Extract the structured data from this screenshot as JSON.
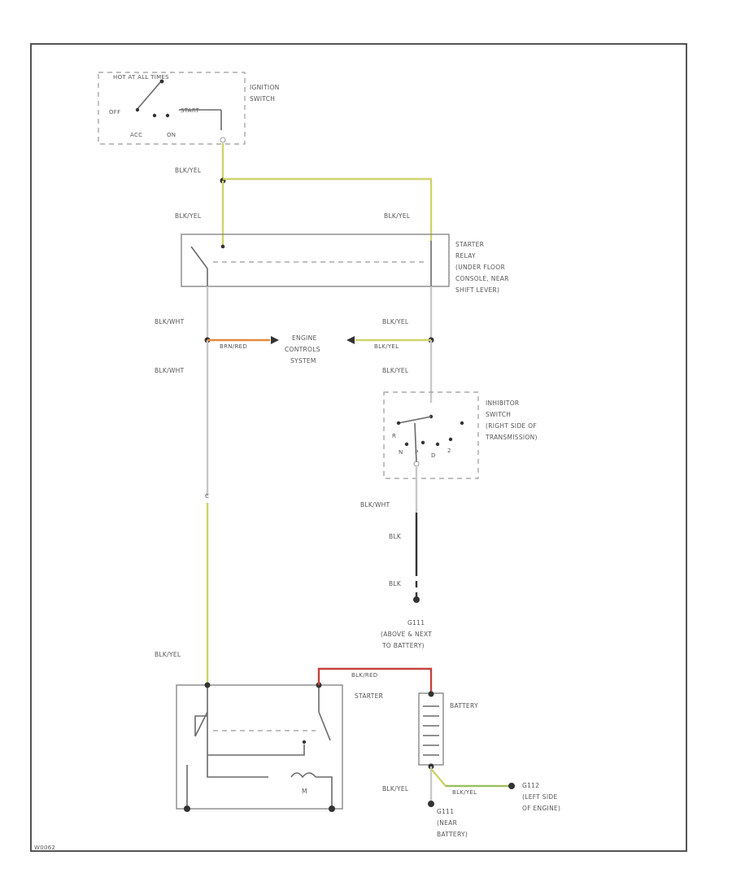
{
  "diagram": {
    "figure_id": "W0062",
    "colors": {
      "yellow_wire": "#cfd36a",
      "light_wire": "#c8c8c8",
      "orange_wire": "#e6893a",
      "red_wire": "#c5423c",
      "green_wire": "#7cb15a",
      "node": "#333333"
    },
    "ignition_switch": {
      "label_line1": "IGNITION",
      "label_line2": "SWITCH",
      "pos_hot_label": "HOT AT ALL TIMES",
      "pos_off": "OFF",
      "pos_start": "START",
      "pos_acc": "ACC",
      "pos_on": "ON"
    },
    "starter_relay": {
      "label_line1": "STARTER",
      "label_line2": "RELAY",
      "label_line3": "(UNDER FLOOR",
      "label_line4": "CONSOLE, NEAR",
      "label_line5": "SHIFT LEVER)"
    },
    "engine_controls": {
      "label_line1": "ENGINE",
      "label_line2": "CONTROLS",
      "label_line3": "SYSTEM"
    },
    "inhibitor_switch": {
      "label_line1": "INHIBITOR",
      "label_line2": "SWITCH",
      "label_line3": "(RIGHT SIDE OF",
      "label_line4": "TRANSMISSION)",
      "pos_r": "R",
      "pos_n": "N",
      "pos_p": "P",
      "pos_d": "D",
      "pos_2": "2"
    },
    "ground_g111_top": {
      "code": "G111",
      "desc_line1": "(ABOVE & NEXT",
      "desc_line2": "TO BATTERY)"
    },
    "starter": {
      "label": "STARTER",
      "motor": "M"
    },
    "battery": {
      "label": "BATTERY"
    },
    "ground_g111_bottom": {
      "code": "G111",
      "desc_line1": "(NEAR",
      "desc_line2": "BATTERY)"
    },
    "ground_g112": {
      "code": "G112",
      "desc_line1": "(LEFT SIDE",
      "desc_line2": "OF ENGINE)"
    },
    "wires": {
      "ign_out": "BLK/YEL",
      "relay_in_left": "BLK/YEL",
      "relay_in_right": "BLK/YEL",
      "relay_out_left": "BLK/WHT",
      "relay_out_right": "BLK/YEL",
      "to_ecs_left": "BRN/RED",
      "to_ecs_right": "BLK/YEL",
      "below_ecs_left": "BLK/WHT",
      "to_inhibitor": "BLK/YEL",
      "inhibitor_out": "BLK/WHT",
      "blk_upper": "BLK",
      "blk_lower": "BLK",
      "starter_feed": "BLK/YEL",
      "battery_pos": "BLK/RED",
      "battery_neg": "BLK/YEL",
      "battery_to_g112": "BLK/YEL",
      "splice_marker": "C"
    }
  }
}
